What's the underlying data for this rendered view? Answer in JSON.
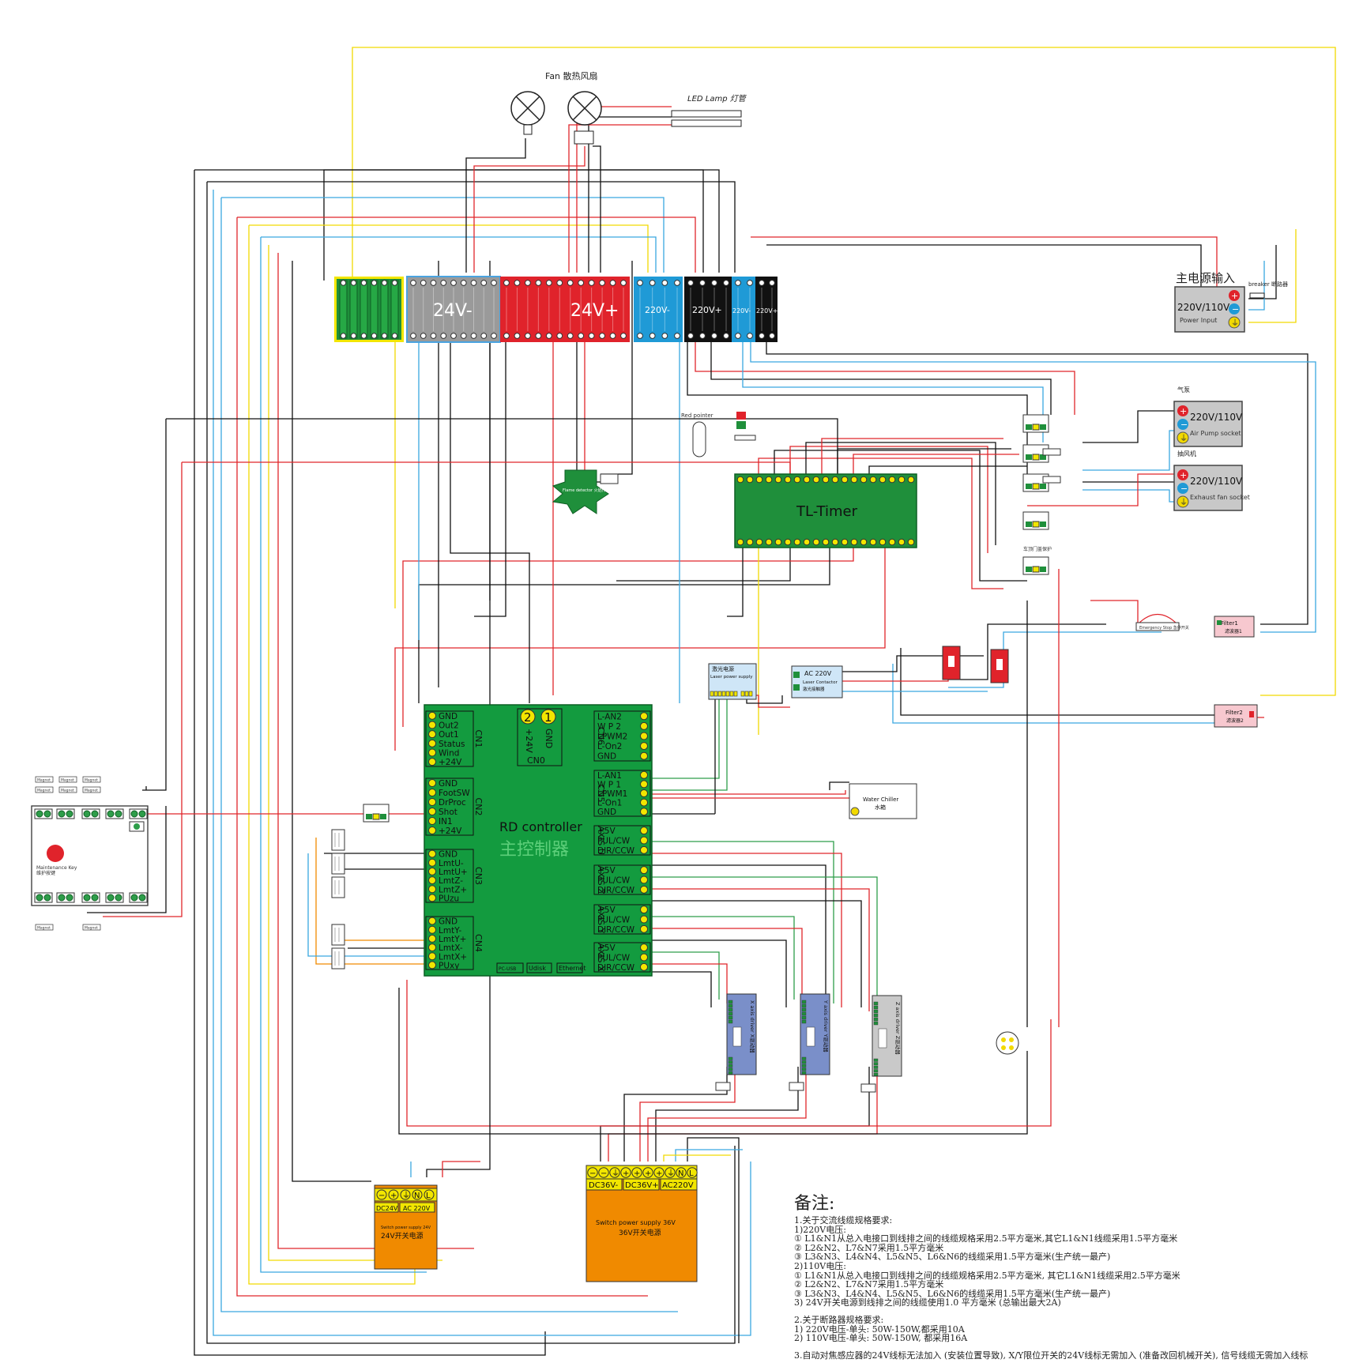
{
  "fan": {
    "label": "Fan 散热风扇"
  },
  "led": {
    "label": "LED Lamp 灯管"
  },
  "busbar": {
    "v24minus": "24V-",
    "v24plus": "24V+",
    "v220minus": "220V-",
    "v220plus": "220V+",
    "v220minus2": "220V-",
    "v220plus2": "220V+"
  },
  "power_input": {
    "title": "主电源输入",
    "voltage": "220V/110V",
    "sub": "Power Input",
    "breaker": "breaker 断路器"
  },
  "air_pump": {
    "title": "气泵",
    "voltage": "220V/110V",
    "sub": "Air Pump socket"
  },
  "exhaust": {
    "title": "抽风机",
    "voltage": "220V/110V",
    "sub": "Exhaust fan socket"
  },
  "red_pointer": "Red pointer",
  "flame": "Flame detector 火焰传感器",
  "timer": {
    "label": "TL-Timer"
  },
  "door": "车顶门盖保护",
  "estop": "Emergency Stop 急停开关",
  "filter1": {
    "name": "Filter1",
    "cn": "滤波器1"
  },
  "filter2": {
    "name": "Filter2",
    "cn": "滤波器2"
  },
  "laser_ps": {
    "cn": "激光电源",
    "en": "Laser power supply"
  },
  "contactor": {
    "v": "AC 220V",
    "en": "Laser Contactor",
    "cn": "激光接触器"
  },
  "chiller": {
    "en": "Water Chiller",
    "cn": "水箱"
  },
  "maintenance": {
    "en": "Maintenance Key",
    "cn": "维护按键",
    "magnet": "Magnet"
  },
  "controller": {
    "title": "RD controller",
    "cn": "主控制器",
    "cn0": {
      "label": "CN0",
      "pins": [
        "GND",
        "+24V"
      ],
      "nums": [
        "2",
        "1"
      ]
    },
    "cn1": {
      "label": "CN1",
      "pins": [
        "GND",
        "Out2",
        "Out1",
        "Status",
        "Wind",
        "+24V"
      ]
    },
    "cn2": {
      "label": "CN2",
      "pins": [
        "GND",
        "FootSW",
        "DrProc",
        "Shot",
        "IN1",
        "+24V"
      ]
    },
    "cn3": {
      "label": "CN3",
      "pins": [
        "GND",
        "LmtU-",
        "LmtU+",
        "LmtZ-",
        "LmtZ+",
        "PUzu"
      ]
    },
    "cn4": {
      "label": "CN4",
      "pins": [
        "GND",
        "LmtY-",
        "LmtY+",
        "LmtX-",
        "LmtX+",
        "PUxy"
      ]
    },
    "cn6": {
      "label": "CN6",
      "pins": [
        "L-AN2",
        "W P 2",
        "LPWM2",
        "L-On2",
        "GND"
      ]
    },
    "cn5": {
      "label": "CN5",
      "pins": [
        "L-AN1",
        "W P 1",
        "LPWM1",
        "L-On1",
        "GND"
      ]
    },
    "axisu": {
      "label": "AXIS U",
      "pins": [
        "+5V",
        "PUL/CW",
        "DIR/CCW"
      ]
    },
    "axisz": {
      "label": "AXIS Z",
      "pins": [
        "+5V",
        "PUL/CW",
        "DIR/CCW"
      ]
    },
    "axisy": {
      "label": "AXIS Y",
      "pins": [
        "+5V",
        "PUL/CW",
        "DIR/CCW"
      ]
    },
    "axisx": {
      "label": "AXIS X",
      "pins": [
        "+5V",
        "PUL/CW",
        "DIR/CCW"
      ]
    },
    "ports": [
      "PC-USB",
      "Udisk",
      "Ethernet"
    ]
  },
  "drivers": {
    "x": "X axis driver X驱动器",
    "y": "Y axis driver Y驱动器",
    "z": "Z axis driver Z驱动器"
  },
  "psu24": {
    "terms": "DC24V",
    "ac": "AC 220V",
    "en": "Switch power supply 24V",
    "cn": "24V开关电源"
  },
  "psu36": {
    "dcm": "DC36V-",
    "dcp": "DC36V+",
    "ac": "AC220V",
    "en": "Switch power supply 36V",
    "cn": "36V开关电源"
  },
  "notes": {
    "title": "备注:",
    "lines": [
      "1.关于交流线缆规格要求:",
      "1)220V电压:",
      "① L1&N1从总入电接口到线排之间的线缆规格采用2.5平方毫米,其它L1&N1线缆采用1.5平方毫米",
      "② L2&N2、L7&N7采用1.5平方毫米",
      "③ L3&N3、L4&N4、L5&N5、L6&N6的线缆采用1.5平方毫米(生产统一最产)",
      "2)110V电压:",
      "① L1&N1从总入电接口到线排之间的线缆规格采用2.5平方毫米, 其它L1&N1线缆采用2.5平方毫米",
      "② L2&N2、L7&N7采用1.5平方毫米",
      "③ L3&N3、L4&N4、L5&N5、L6&N6的线缆采用1.5平方毫米(生产统一最产)",
      "3) 24V开关电源到线排之间的线缆使用1.0 平方毫米 (总输出最大2A)",
      "",
      "2.关于断路器规格要求:",
      "1) 220V电压-单头: 50W-150W,都采用10A",
      "2) 110V电压-单头: 50W-150W, 都采用16A",
      "",
      "3.自动对焦感应器的24V线标无法加入 (安装位置导致), X/Y限位开关的24V线标无需加入 (准备改回机械开关), 信号线缆无需加入线标"
    ]
  }
}
